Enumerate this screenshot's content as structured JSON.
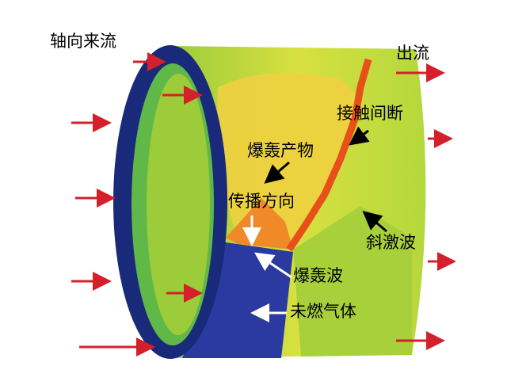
{
  "labels": {
    "axial_inflow": "轴向来流",
    "outflow": "出流",
    "contact_discontinuity": "接触间断",
    "detonation_products": "爆轰产物",
    "propagation_direction": "传播方向",
    "oblique_shock": "斜激波",
    "detonation_wave": "爆轰波",
    "unburned_gas": "未燃气体"
  },
  "colors": {
    "arrow": "#d4202a",
    "annulus": "#1a2a7a",
    "unburned": "#2a3aa0",
    "field": "#c8dc3a",
    "products": "#f0c838",
    "discontinuity": "#e8501a"
  }
}
